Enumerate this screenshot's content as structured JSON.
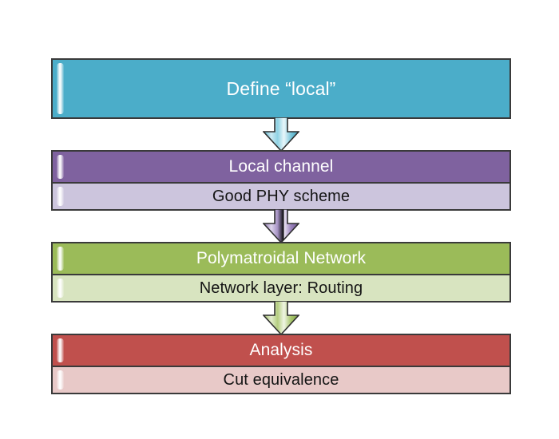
{
  "diagram": {
    "title": "",
    "background": "#ffffff",
    "orientation": "vertical-flow",
    "stages": [
      {
        "id": "define",
        "header": "Define “local”",
        "body": null,
        "header_color": "#4badc9",
        "body_color": null,
        "header_text_color": "#ffffff"
      },
      {
        "id": "local-channel",
        "header": "Local channel",
        "body": "Good PHY scheme",
        "header_color": "#7f629f",
        "body_color": "#ccc5dd",
        "header_text_color": "#ffffff"
      },
      {
        "id": "polymatroidal-network",
        "header": "Polymatroidal Network",
        "body": "Network layer: Routing",
        "header_color": "#9bbb59",
        "body_color": "#d8e4c0",
        "header_text_color": "#ffffff"
      },
      {
        "id": "analysis",
        "header": "Analysis",
        "body": "Cut equivalence",
        "header_color": "#c0504d",
        "body_color": "#e8c9c8",
        "header_text_color": "#ffffff"
      }
    ],
    "arrows": [
      {
        "id": "arrow-define-to-local",
        "direction": "down",
        "color": "#4badc9",
        "from": "define",
        "to": "local-channel"
      },
      {
        "id": "arrow-local-to-poly",
        "direction": "down",
        "color": "#8064a2",
        "from": "local-channel",
        "to": "polymatroidal-network"
      },
      {
        "id": "arrow-poly-to-analysis",
        "direction": "down",
        "color": "#9bbb59",
        "from": "polymatroidal-network",
        "to": "analysis"
      }
    ],
    "outline_color": "#3a3a3a"
  }
}
